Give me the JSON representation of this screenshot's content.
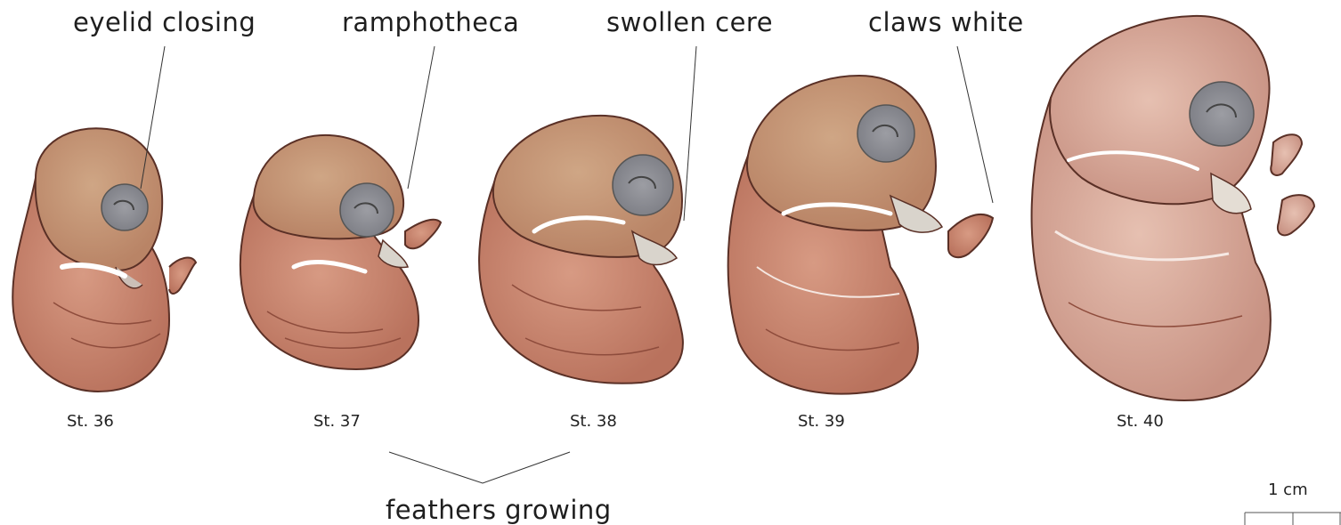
{
  "labels": {
    "eyelid": "eyelid closing",
    "rampho": "ramphotheca",
    "cere": "swollen cere",
    "claws": "claws white",
    "feathers": "feathers growing"
  },
  "stages": [
    "St. 36",
    "St. 37",
    "St. 38",
    "St. 39",
    "St. 40"
  ],
  "scale_bar": {
    "label": "1 cm"
  },
  "colors": {
    "skin": "#c98a74",
    "skin_dark": "#a4624f",
    "head": "#c9a07e",
    "eye": "#8e8f95",
    "beak": "#d9d4cc",
    "line": "#333333"
  }
}
